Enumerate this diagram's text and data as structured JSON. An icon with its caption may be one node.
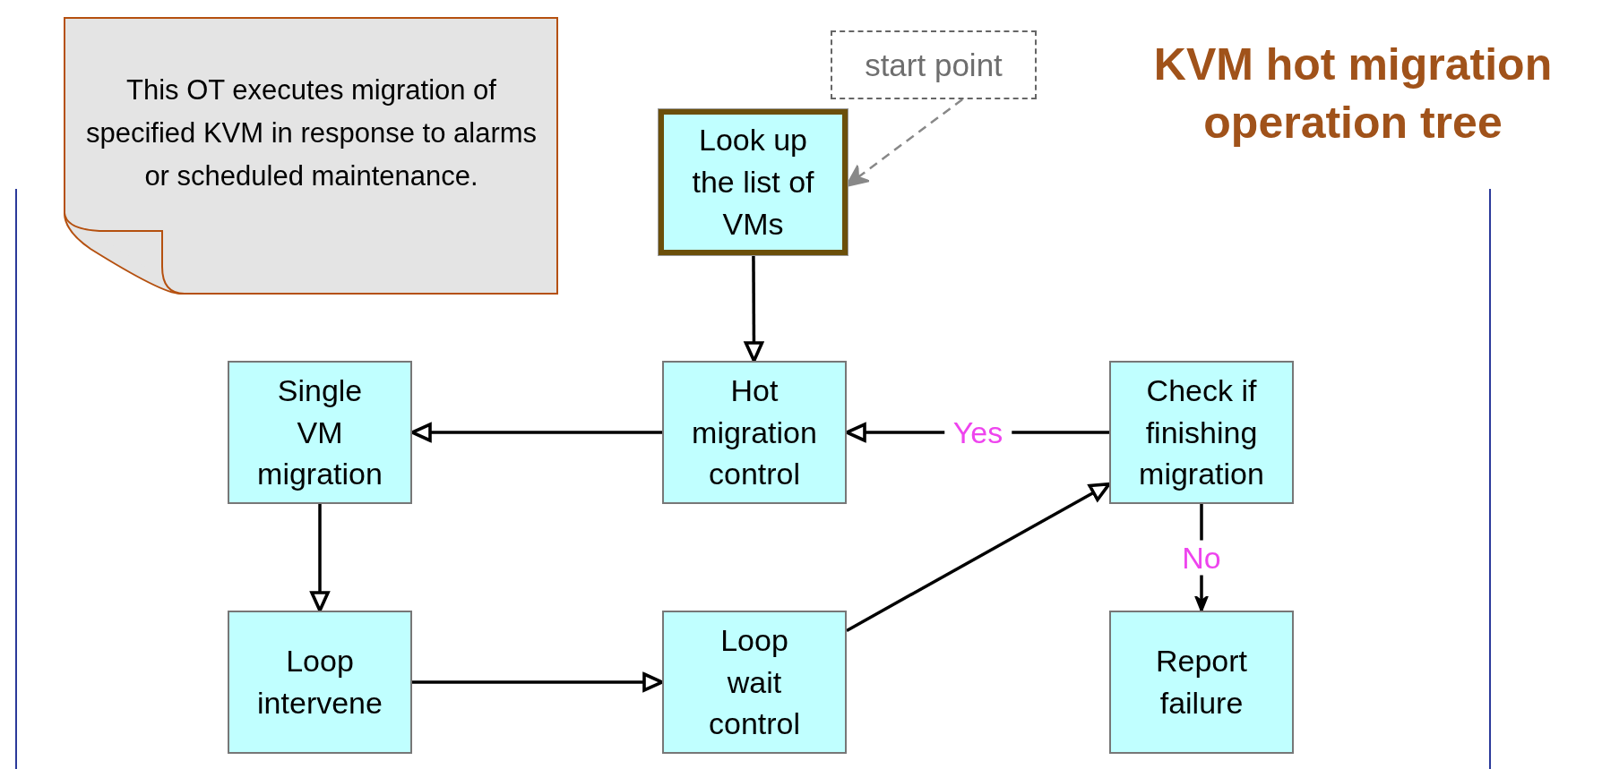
{
  "diagram": {
    "title": "KVM hot migration operation tree",
    "nodes": [
      {
        "text": [
          "This OT executes migration of specified KVM in response to alarms or scheduled maintenance."
        ]
      },
      {
        "text": [
          "start point"
        ]
      },
      {
        "text": [
          "Look up the list of VMs"
        ]
      },
      {
        "text": [
          "Single VM migration"
        ]
      },
      {
        "text": [
          "Hot migration control"
        ]
      },
      {
        "text": [
          "Check if finishing migration"
        ]
      },
      {
        "text": [
          "Loop intervene"
        ]
      },
      {
        "text": [
          "Loop wait control"
        ]
      },
      {
        "text": [
          "Report failure"
        ]
      }
    ],
    "edges": [
      {
        "from": 1,
        "to": 2,
        "arrow": "to",
        "style": "dashed",
        "color": "#888888"
      },
      {
        "from": 2,
        "to": 4,
        "arrow": "to"
      },
      {
        "from": 4,
        "to": 3,
        "arrow": "to"
      },
      {
        "from": 5,
        "to": 4,
        "arrow": "to",
        "label": "Yes"
      },
      {
        "from": 3,
        "to": 6,
        "arrow": "to"
      },
      {
        "from": 6,
        "to": 7,
        "arrow": "to"
      },
      {
        "from": 7,
        "to": 5,
        "arrow": "to"
      },
      {
        "from": 5,
        "to": 8,
        "arrow": "to",
        "label": "No"
      }
    ]
  }
}
